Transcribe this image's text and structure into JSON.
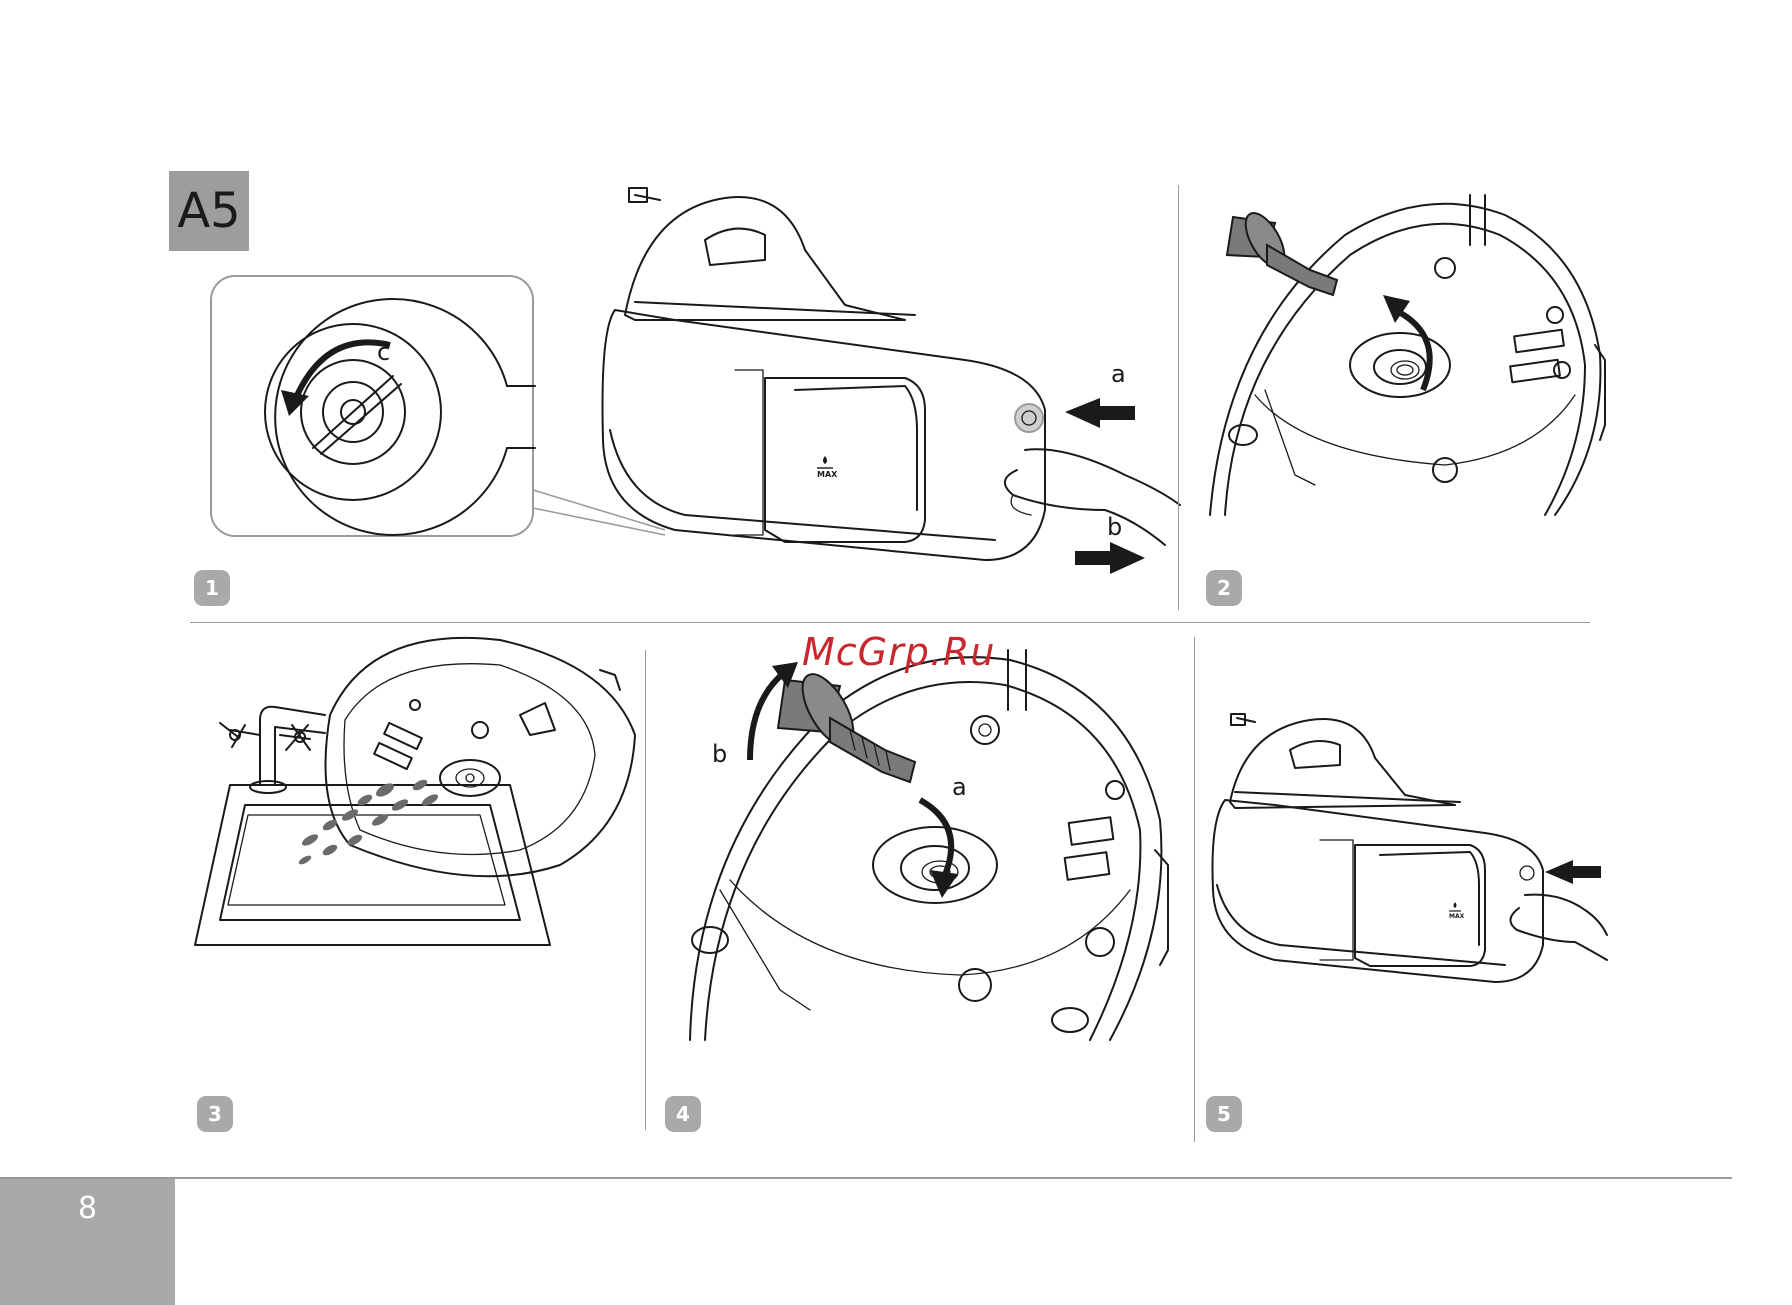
{
  "section": {
    "label": "A5"
  },
  "steps": [
    {
      "number": "1",
      "labels": [
        "a",
        "b",
        "c"
      ]
    },
    {
      "number": "2",
      "labels": []
    },
    {
      "number": "3",
      "labels": []
    },
    {
      "number": "4",
      "labels": [
        "a",
        "b"
      ]
    },
    {
      "number": "5",
      "labels": []
    }
  ],
  "tank_marking": "MAX",
  "watermark": "McGrp.Ru",
  "page": {
    "number": "8"
  },
  "colors": {
    "badge": "#a9a9a9",
    "tag": "#9d9d9d",
    "watermark": "#c8282d",
    "part_grey": "#7a7a7a"
  }
}
